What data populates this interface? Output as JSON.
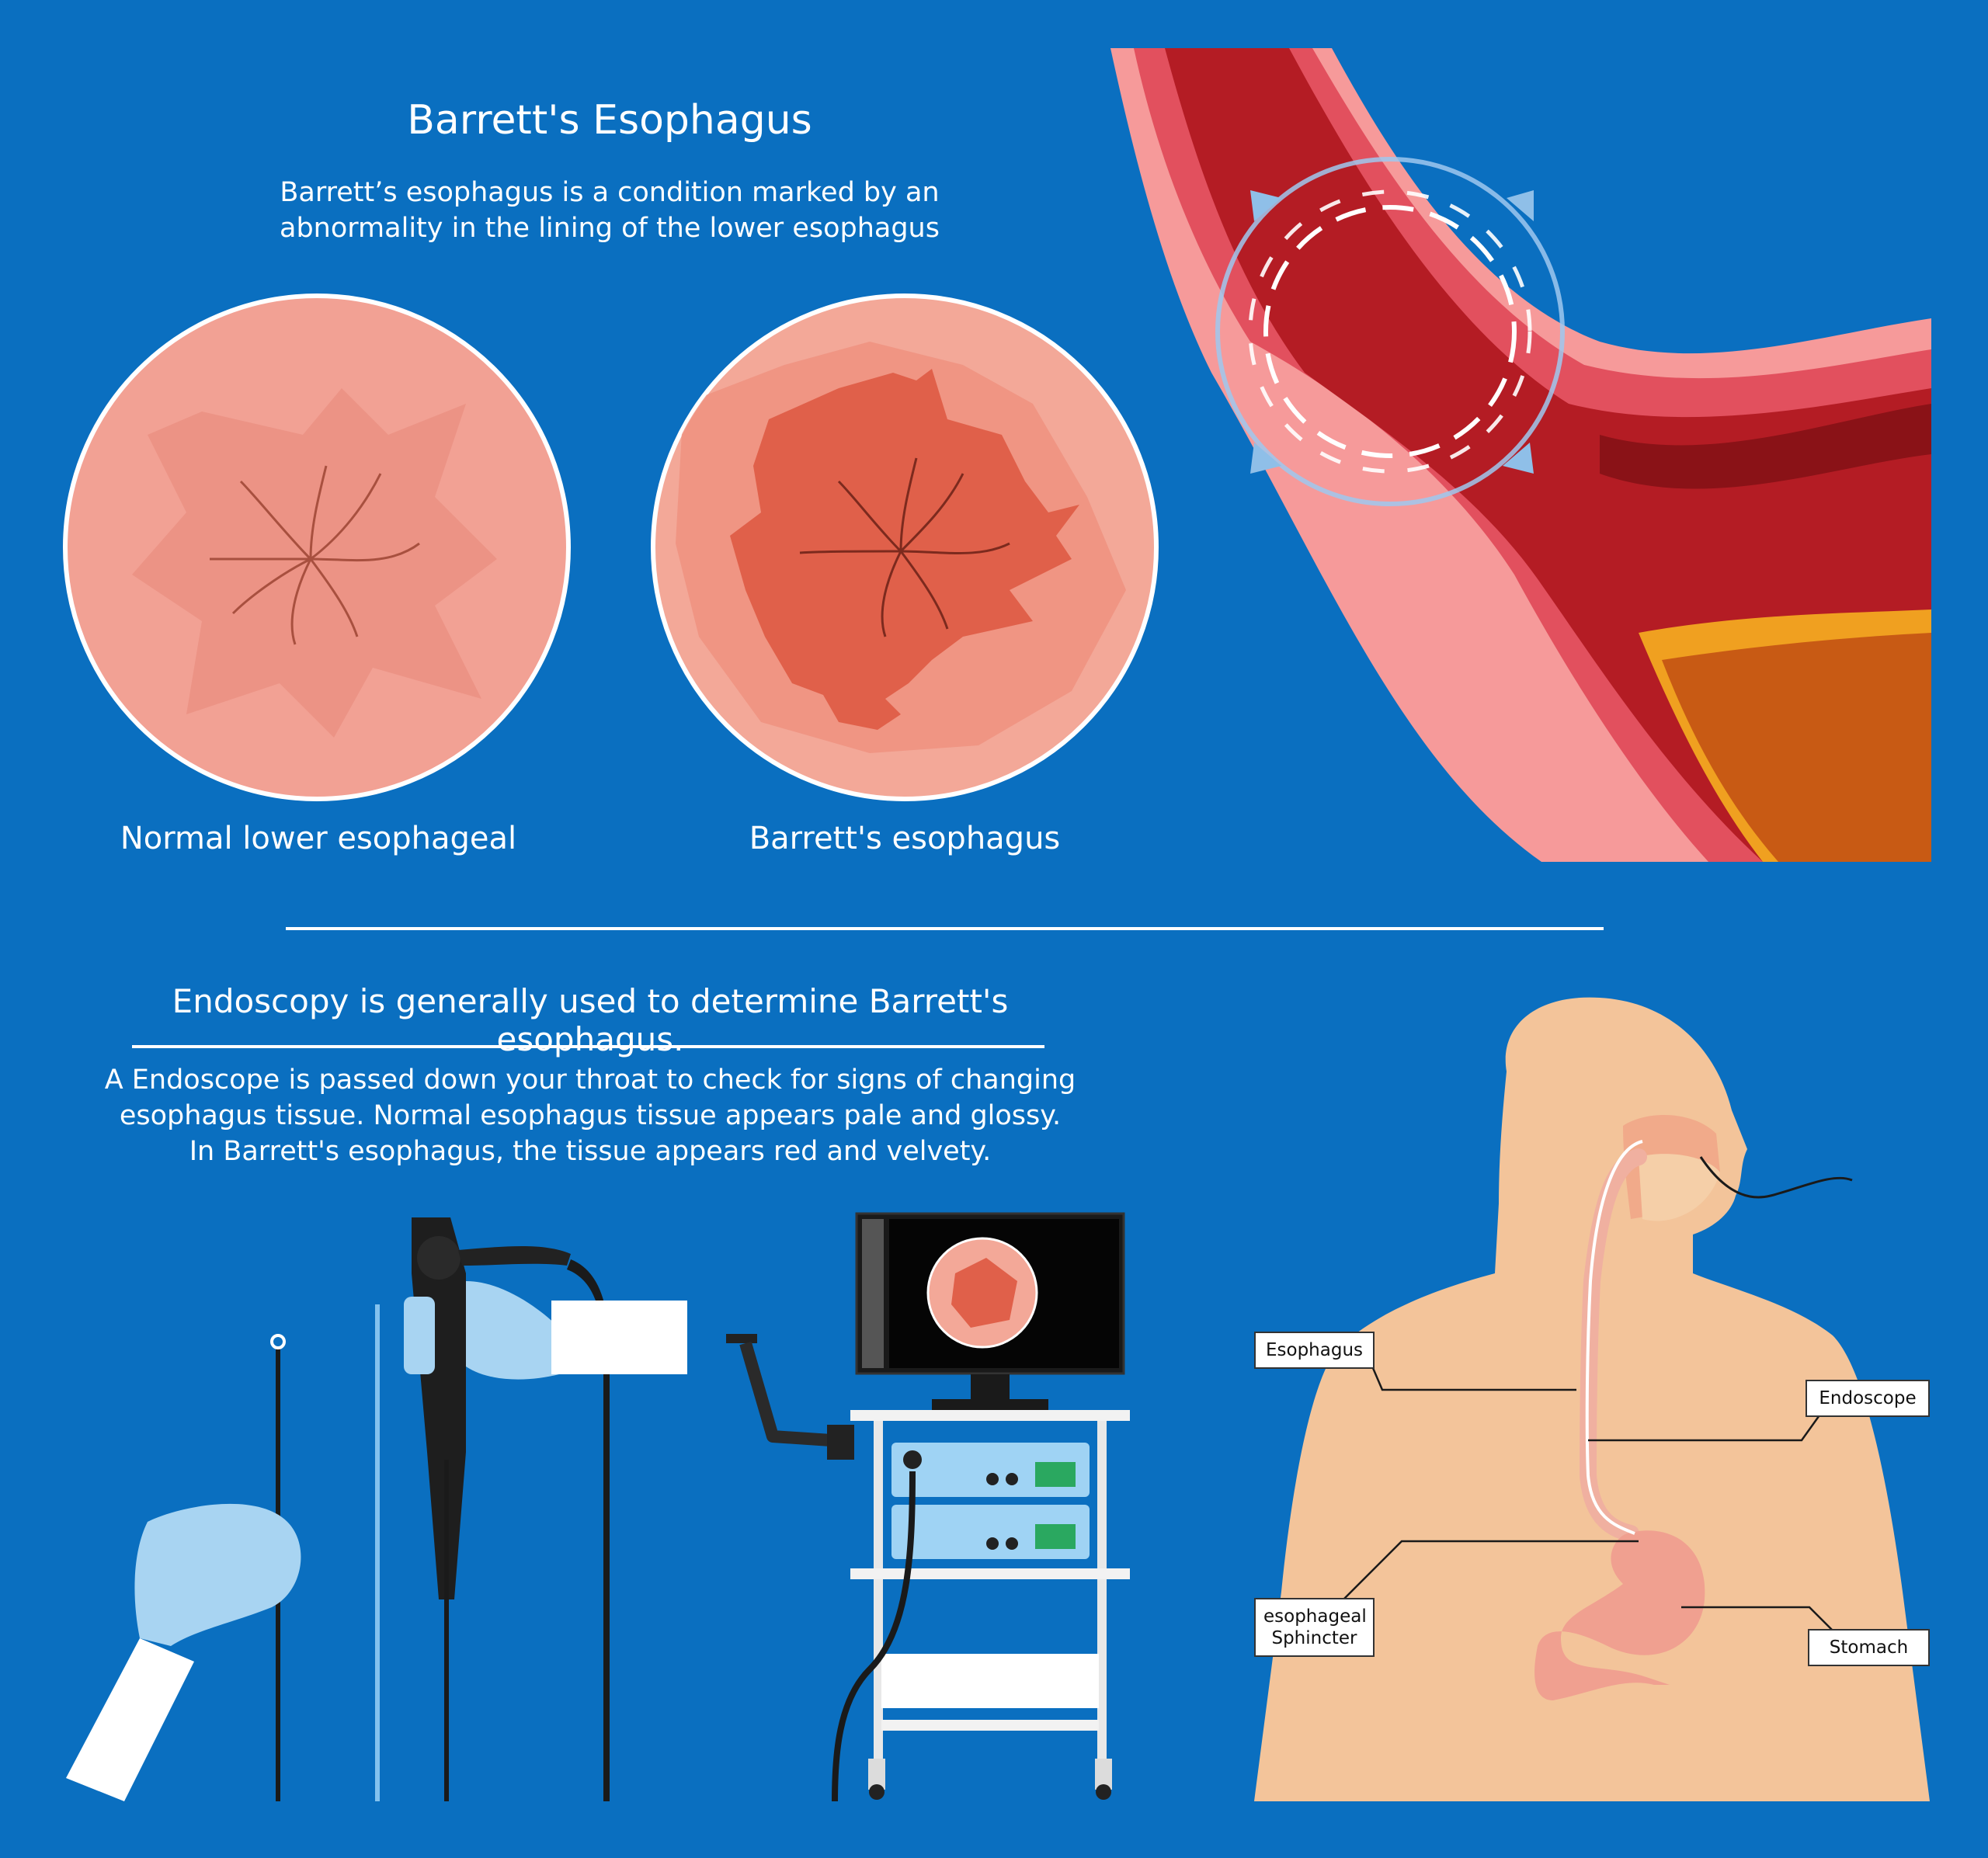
{
  "header": {
    "title": "Barrett's Esophagus",
    "subtitle_lines": [
      "Barrett’s esophagus is a condition marked by an",
      "abnormality in the lining of the lower esophagus"
    ]
  },
  "comparison": {
    "normal_label": "Normal lower esophageal",
    "barretts_label": "Barrett's esophagus"
  },
  "endoscopy": {
    "heading": "Endoscopy is generally used to determine Barrett's esophagus.",
    "description_lines": [
      "A Endoscope is passed down your throat to check for signs of changing",
      "esophagus tissue. Normal esophagus tissue appears pale and glossy.",
      "In Barrett's esophagus, the tissue appears red and velvety."
    ]
  },
  "anatomy_labels": {
    "esophagus": "Esophagus",
    "endoscope": "Endoscope",
    "sphincter_line1": "esophageal",
    "sphincter_line2": "Sphincter",
    "stomach": "Stomach"
  },
  "colors": {
    "background": "#0a6fc0",
    "normal_tissue": "#f0a090",
    "barretts_tissue": "#e0604a",
    "skin": "#f3c49a",
    "glove": "#a8d4f2"
  }
}
